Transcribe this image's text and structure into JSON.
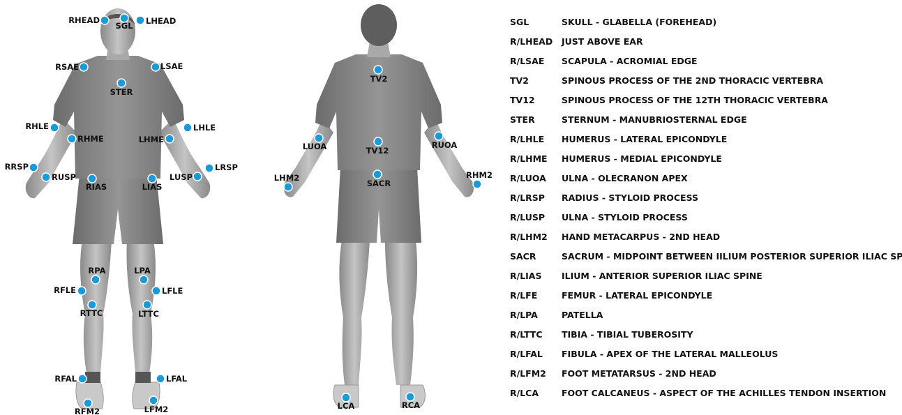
{
  "marker_color": "#1a9ad9",
  "body_color": "#9c9c9c",
  "shirt_color": "#7e7e7e",
  "markers": [
    {
      "id": "front-SGL",
      "label": "SGL"
    },
    {
      "id": "front-RHEAD",
      "label": "RHEAD"
    },
    {
      "id": "front-LHEAD",
      "label": "LHEAD"
    },
    {
      "id": "front-RSAE",
      "label": "RSAE"
    },
    {
      "id": "front-LSAE",
      "label": "LSAE"
    },
    {
      "id": "front-STER",
      "label": "STER"
    },
    {
      "id": "front-RHLE",
      "label": "RHLE"
    },
    {
      "id": "front-LHLE",
      "label": "LHLE"
    },
    {
      "id": "front-RHME",
      "label": "RHME"
    },
    {
      "id": "front-LHME",
      "label": "LHME"
    },
    {
      "id": "front-RRSP",
      "label": "RRSP"
    },
    {
      "id": "front-LRSP",
      "label": "LRSP"
    },
    {
      "id": "front-RUSP",
      "label": "RUSP"
    },
    {
      "id": "front-LUSP",
      "label": "LUSP"
    },
    {
      "id": "front-RIAS",
      "label": "RIAS"
    },
    {
      "id": "front-LIAS",
      "label": "LIAS"
    },
    {
      "id": "front-RPA",
      "label": "RPA"
    },
    {
      "id": "front-LPA",
      "label": "LPA"
    },
    {
      "id": "front-RFLE",
      "label": "RFLE"
    },
    {
      "id": "front-LFLE",
      "label": "LFLE"
    },
    {
      "id": "front-RTTC",
      "label": "RTTC"
    },
    {
      "id": "front-LTTC",
      "label": "LTTC"
    },
    {
      "id": "front-RFAL",
      "label": "RFAL"
    },
    {
      "id": "front-LFAL",
      "label": "LFAL"
    },
    {
      "id": "front-RFM2",
      "label": "RFM2"
    },
    {
      "id": "front-LFM2",
      "label": "LFM2"
    },
    {
      "id": "back-TV2",
      "label": "TV2"
    },
    {
      "id": "back-TV12",
      "label": "TV12"
    },
    {
      "id": "back-LUOA",
      "label": "LUOA"
    },
    {
      "id": "back-RUOA",
      "label": "RUOA"
    },
    {
      "id": "back-LHM2",
      "label": "LHM2"
    },
    {
      "id": "back-RHM2",
      "label": "RHM2"
    },
    {
      "id": "back-SACR",
      "label": "SACR"
    },
    {
      "id": "back-LCA",
      "label": "LCA"
    },
    {
      "id": "back-RCA",
      "label": "RCA"
    }
  ],
  "legend": [
    {
      "code": "SGL",
      "description": "SKULL - GLABELLA (FOREHEAD)"
    },
    {
      "code": "R/LHEAD",
      "description": "JUST ABOVE EAR"
    },
    {
      "code": "R/LSAE",
      "description": "SCAPULA - ACROMIAL EDGE"
    },
    {
      "code": "TV2",
      "description": "SPINOUS PROCESS OF THE 2ND THORACIC VERTEBRA"
    },
    {
      "code": "TV12",
      "description": "SPINOUS PROCESS OF THE 12TH THORACIC VERTEBRA"
    },
    {
      "code": "STER",
      "description": "STERNUM - MANUBRIOSTERNAL EDGE"
    },
    {
      "code": "R/LHLE",
      "description": "HUMERUS - LATERAL EPICONDYLE"
    },
    {
      "code": "R/LHME",
      "description": "HUMERUS - MEDIAL EPICONDYLE"
    },
    {
      "code": "R/LUOA",
      "description": "ULNA - OLECRANON APEX"
    },
    {
      "code": "R/LRSP",
      "description": "RADIUS - STYLOID PROCESS"
    },
    {
      "code": "R/LUSP",
      "description": "ULNA - STYLOID PROCESS"
    },
    {
      "code": "R/LHM2",
      "description": "HAND METACARPUS - 2ND HEAD"
    },
    {
      "code": "SACR",
      "description": "SACRUM - MIDPOINT BETWEEN IILIUM POSTERIOR SUPERIOR ILIAC SPINES"
    },
    {
      "code": "R/LIAS",
      "description": "ILIUM - ANTERIOR SUPERIOR ILIAC SPINE"
    },
    {
      "code": "R/LFE",
      "description": "FEMUR - LATERAL EPICONDYLE"
    },
    {
      "code": "R/LPA",
      "description": "PATELLA"
    },
    {
      "code": "R/LTTC",
      "description": "TIBIA - TIBIAL TUBEROSITY"
    },
    {
      "code": "R/LFAL",
      "description": "FIBULA - APEX OF THE LATERAL MALLEOLUS"
    },
    {
      "code": "R/LFM2",
      "description": "FOOT METATARSUS - 2ND HEAD"
    },
    {
      "code": "R/LCA",
      "description": "FOOT CALCANEUS - ASPECT OF THE ACHILLES TENDON INSERTION"
    }
  ]
}
